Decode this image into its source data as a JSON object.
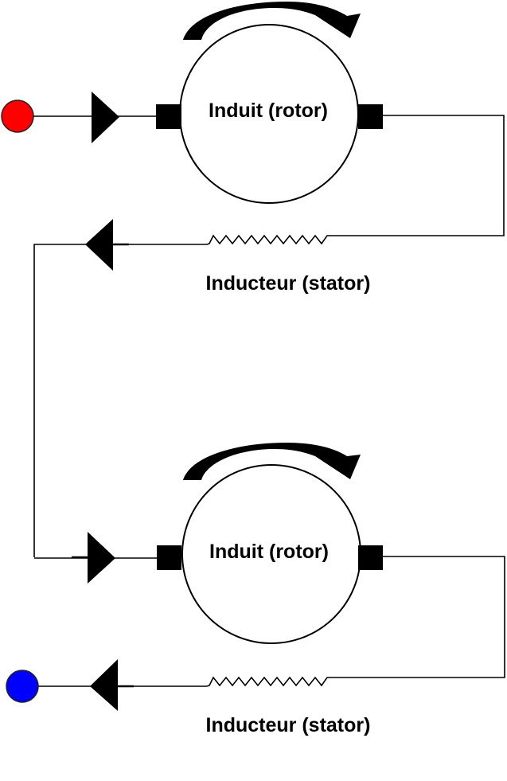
{
  "diagram": {
    "title": "Moteurs à courant continu en série",
    "terminals": {
      "positive": {
        "name": "positive-terminal",
        "color": "#ff0000"
      },
      "negative": {
        "name": "negative-terminal",
        "color": "#0000ff"
      }
    },
    "motors": [
      {
        "id": "motor-1",
        "rotor_label": "Induit (rotor)",
        "stator_label": "Inducteur (stator)",
        "rotation": "clockwise"
      },
      {
        "id": "motor-2",
        "rotor_label": "Induit (rotor)",
        "stator_label": "Inducteur (stator)",
        "rotation": "clockwise"
      }
    ],
    "colors": {
      "line": "#000000",
      "background": "#ffffff"
    }
  }
}
